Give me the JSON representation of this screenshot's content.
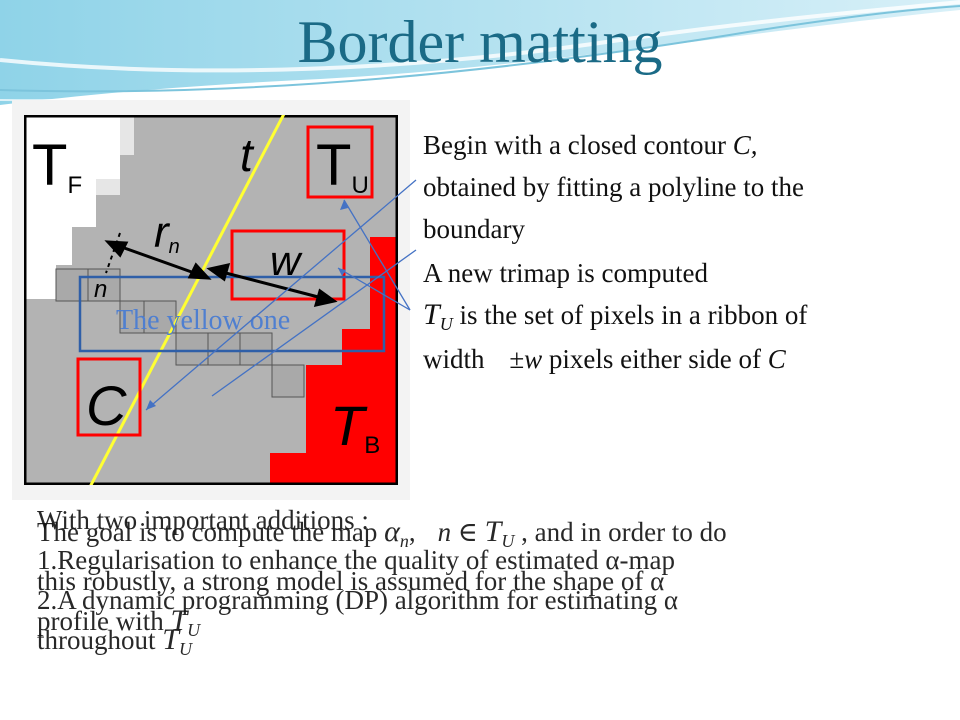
{
  "title": "Border matting",
  "diagram": {
    "t_f": {
      "main": "T",
      "sub": "F"
    },
    "t": "t",
    "t_u": {
      "main": "T",
      "sub": "U"
    },
    "r_n": {
      "main": "r",
      "sub": "n"
    },
    "w": "w",
    "n": "n",
    "c": "C",
    "t_b": {
      "main": "T",
      "sub": "B"
    },
    "yellow_note": "The yellow  one"
  },
  "right_text": {
    "line1_prefix": "Begin with a closed contour ",
    "line1_var": "C,",
    "line2": "obtained by fitting a polyline to the",
    "line3": "boundary",
    "line4": "A new trimap is computed",
    "line5_main": "T",
    "line5_sub": "U",
    "line5_rest": " is the set of pixels in a ribbon of",
    "line6_prefix": "width ",
    "line6_math": "±w",
    "line6_mid": " pixels either side of ",
    "line6_var": "C"
  },
  "bottom_text_a": {
    "line1": "With two important additions :",
    "line2": "1.Regularisation to enhance the quality of estimated α-map",
    "line3": "2.A dynamic programming (DP) algorithm for estimating α",
    "line4": "throughout ",
    "tu_main": "T",
    "tu_sub": "U"
  },
  "bottom_text_b": {
    "line1_prefix": "The goal is to compute the map ",
    "alpha_main": "α",
    "alpha_sub": "n",
    "comma": ",",
    "n_in": "n ∈ ",
    "tu_main": "T",
    "tu_sub": "U",
    "line1_suffix": " , and in order to do",
    "line2": "this robustly, a strong model is assumed for the shape of α",
    "line3": "profile with "
  },
  "colors": {
    "title": "#1a6a86",
    "red": "#ff0000",
    "grey": "#b0b0b0",
    "yellow": "#ffff33",
    "blue_box": "#2f5fa8"
  }
}
